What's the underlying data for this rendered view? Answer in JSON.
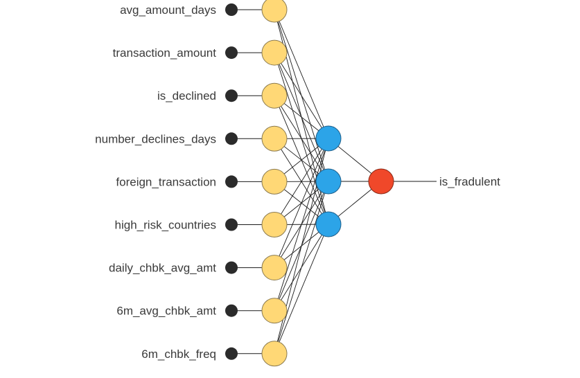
{
  "diagram": {
    "type": "neural-network",
    "inputs": [
      "avg_amount_days",
      "transaction_amount",
      "is_declined",
      "number_declines_days",
      "foreign_transaction",
      "high_risk_countries",
      "daily_chbk_avg_amt",
      "6m_avg_chbk_amt",
      "6m_chbk_freq"
    ],
    "hidden_layer_size": 3,
    "output": "is_fradulent",
    "colors": {
      "input_node": "#FFD876",
      "hidden_node": "#2CA4E8",
      "output_node": "#F0482A",
      "terminal": "#2b2b2b",
      "edge": "#1a1a1a",
      "label": "#3a3a3a"
    }
  }
}
